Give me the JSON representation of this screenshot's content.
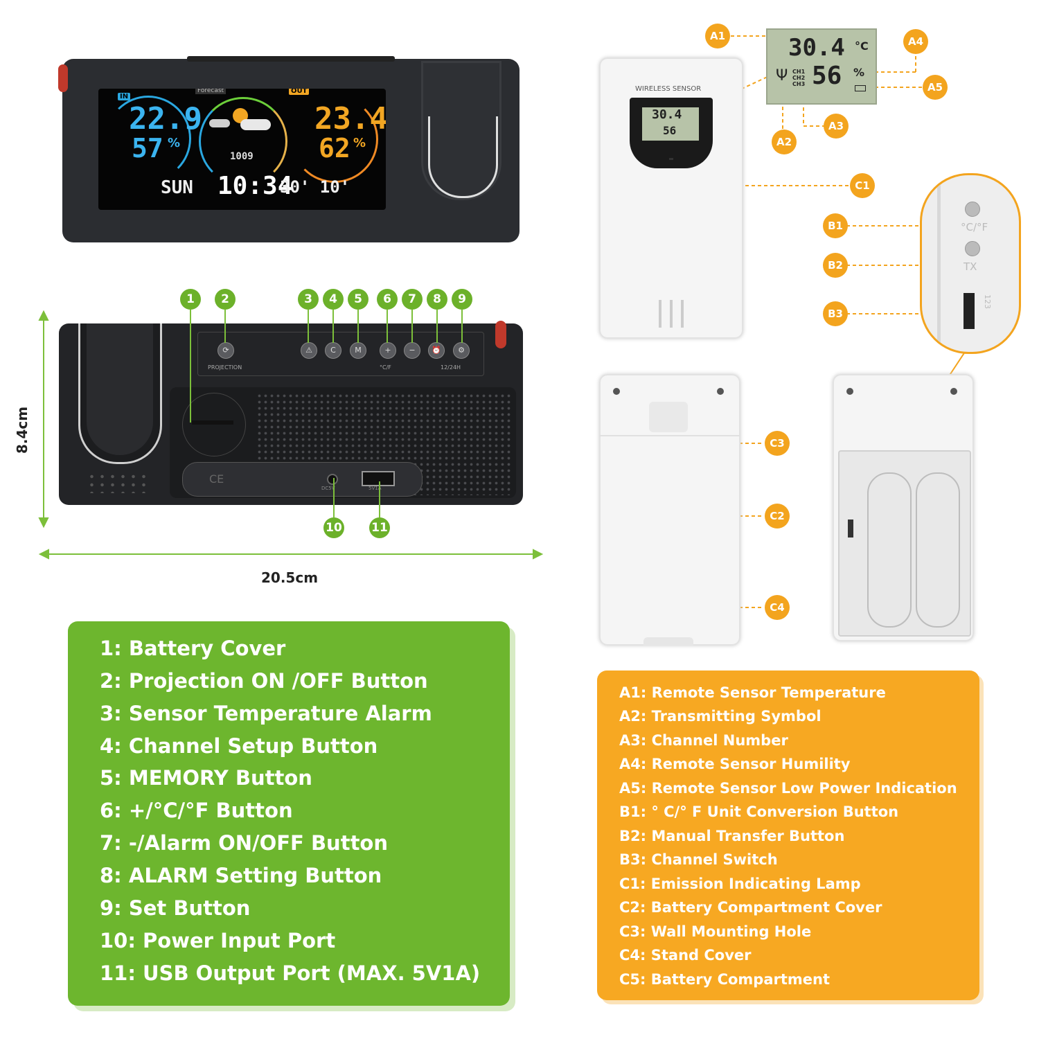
{
  "front_display": {
    "in_tag": "IN",
    "forecast_tag": "Forecast",
    "out_tag": "OUT",
    "in_temp": "22.9",
    "in_humidity": "57",
    "out_temp": "23.4",
    "out_humidity": "62",
    "pressure": "1009",
    "day": "SUN",
    "time": "10:34",
    "date": "30' 10'"
  },
  "back_panel": {
    "projection_label": "PROJECTION",
    "cf_label": "°C/F",
    "format_label": "12/24H",
    "power_label": "DC5V",
    "usb_label": "5V1A"
  },
  "callouts": [
    "1",
    "2",
    "3",
    "4",
    "5",
    "6",
    "7",
    "8",
    "9",
    "10",
    "11"
  ],
  "dimensions": {
    "height": "8.4cm",
    "width": "20.5cm"
  },
  "main_legend": [
    "1: Battery Cover",
    "2: Projection ON /OFF Button",
    "3: Sensor Temperature Alarm",
    "4: Channel Setup Button",
    "5: MEMORY Button",
    "6: +/°C/°F Button",
    "7: -/Alarm ON/OFF Button",
    "8: ALARM Setting Button",
    "9: Set Button",
    "10: Power Input Port",
    "11: USB Output Port (MAX. 5V1A)"
  ],
  "sensor": {
    "label": "WIRELESS SENSOR",
    "temp": "30.4",
    "temp_unit": "°C",
    "humidity": "56",
    "humidity_unit": "%",
    "channels": [
      "CH1",
      "CH2",
      "CH3"
    ],
    "switch_labels": [
      "°C/°F",
      "TX"
    ],
    "switch_numbers": "123"
  },
  "sensor_badges": {
    "a1": "A1",
    "a2": "A2",
    "a3": "A3",
    "a4": "A4",
    "a5": "A5",
    "b1": "B1",
    "b2": "B2",
    "b3": "B3",
    "c1": "C1",
    "c2": "C2",
    "c3": "C3",
    "c4": "C4"
  },
  "sensor_legend": [
    "A1: Remote Sensor Temperature",
    "A2: Transmitting Symbol",
    "A3: Channel Number",
    "A4: Remote Sensor Humility",
    "A5: Remote Sensor Low Power Indication",
    "B1: ° C/° F Unit Conversion Button",
    "B2: Manual Transfer Button",
    "B3: Channel Switch",
    "C1: Emission Indicating Lamp",
    "C2: Battery Compartment Cover",
    "C3: Wall Mounting Hole",
    "C4: Stand Cover",
    "C5: Battery Compartment"
  ],
  "colors": {
    "green": "#6db62e",
    "orange": "#f7a822",
    "callout_line": "#f3a41e"
  }
}
